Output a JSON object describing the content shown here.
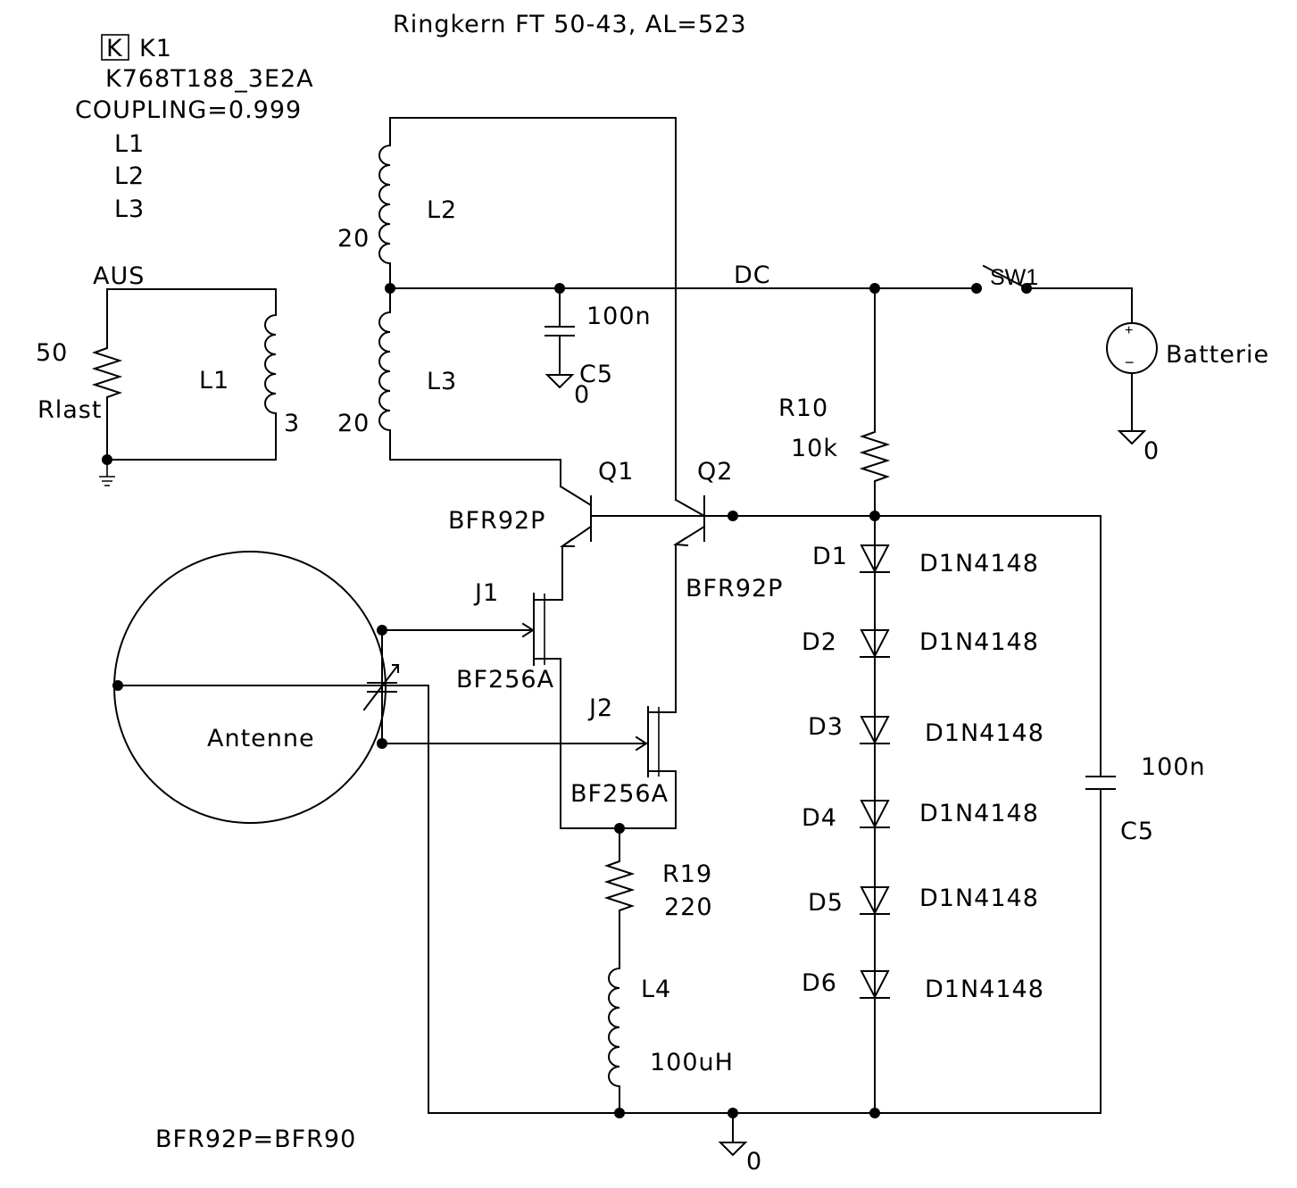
{
  "title": "Ringkern FT 50-43, AL=523",
  "coupling": {
    "box_letter": "K",
    "name": "K1",
    "model": "K768T188_3E2A",
    "coupling": "COUPLING=0.999",
    "inductors": [
      "L1",
      "L2",
      "L3"
    ]
  },
  "footnote": "BFR92P=BFR90",
  "nets": {
    "aus": "AUS",
    "dc": "DC"
  },
  "components": {
    "rlast": {
      "ref": "Rlast",
      "value": "50"
    },
    "l1": {
      "ref": "L1",
      "value": "3"
    },
    "l2": {
      "ref": "L2",
      "value": "20"
    },
    "l3": {
      "ref": "L3",
      "value": "20"
    },
    "c5_top": {
      "ref": "C5",
      "value": "100n"
    },
    "c5_right": {
      "ref": "C5",
      "value": "100n"
    },
    "sw1": {
      "ref": "SW1"
    },
    "battery": {
      "ref": "Batterie",
      "plus": "+",
      "minus": "−"
    },
    "r10": {
      "ref": "R10",
      "value": "10k"
    },
    "q1": {
      "ref": "Q1",
      "model": "BFR92P"
    },
    "q2": {
      "ref": "Q2",
      "model": "BFR92P"
    },
    "j1": {
      "ref": "J1",
      "model": "BF256A"
    },
    "j2": {
      "ref": "J2",
      "model": "BF256A"
    },
    "r19": {
      "ref": "R19",
      "value": "220"
    },
    "l4": {
      "ref": "L4",
      "value": "100uH"
    },
    "antenna": {
      "ref": "Antenne"
    },
    "diodes": [
      {
        "ref": "D1",
        "model": "D1N4148"
      },
      {
        "ref": "D2",
        "model": "D1N4148"
      },
      {
        "ref": "D3",
        "model": "D1N4148"
      },
      {
        "ref": "D4",
        "model": "D1N4148"
      },
      {
        "ref": "D5",
        "model": "D1N4148"
      },
      {
        "ref": "D6",
        "model": "D1N4148"
      }
    ]
  },
  "ground_label": "0"
}
